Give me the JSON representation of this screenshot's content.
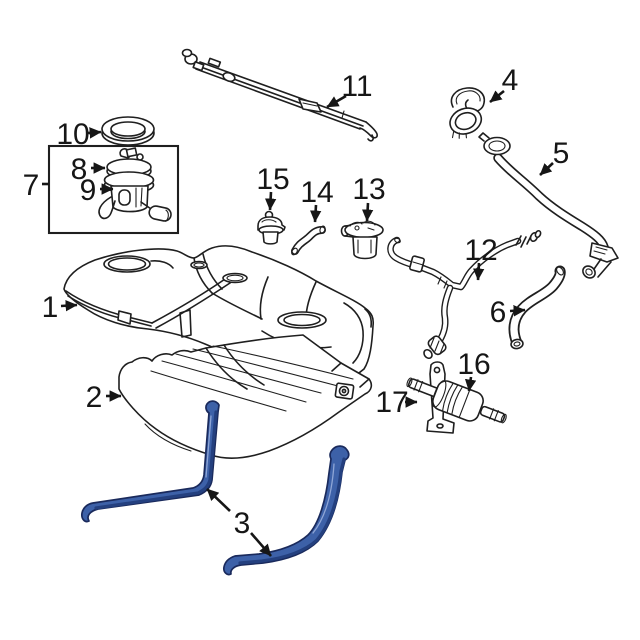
{
  "diagram": {
    "type": "exploded-parts-diagram",
    "subject": "Fuel tank and fuel system components",
    "background_color": "#ffffff",
    "line_color": "#1f1f1f",
    "highlight_color": "#3d61a8",
    "highlighted_callout": "3"
  },
  "callouts": [
    {
      "number": "1",
      "part": "fuel-tank"
    },
    {
      "number": "2",
      "part": "heat-shield"
    },
    {
      "number": "3",
      "part": "fuel-tank-straps"
    },
    {
      "number": "4",
      "part": "filler-cap"
    },
    {
      "number": "5",
      "part": "filler-pipe"
    },
    {
      "number": "6",
      "part": "vent-hose"
    },
    {
      "number": "7",
      "part": "fuel-pump-assembly"
    },
    {
      "number": "8",
      "part": "fuel-pump-flange"
    },
    {
      "number": "9",
      "part": "fuel-pump-module"
    },
    {
      "number": "10",
      "part": "lock-ring-seal"
    },
    {
      "number": "11",
      "part": "fuel-supply-lines"
    },
    {
      "number": "12",
      "part": "vapor-hose-assembly"
    },
    {
      "number": "13",
      "part": "vapor-valve"
    },
    {
      "number": "14",
      "part": "connector-hose"
    },
    {
      "number": "15",
      "part": "check-valve"
    },
    {
      "number": "16",
      "part": "fuel-filter"
    },
    {
      "number": "17",
      "part": "fuel-filter-bracket"
    }
  ]
}
